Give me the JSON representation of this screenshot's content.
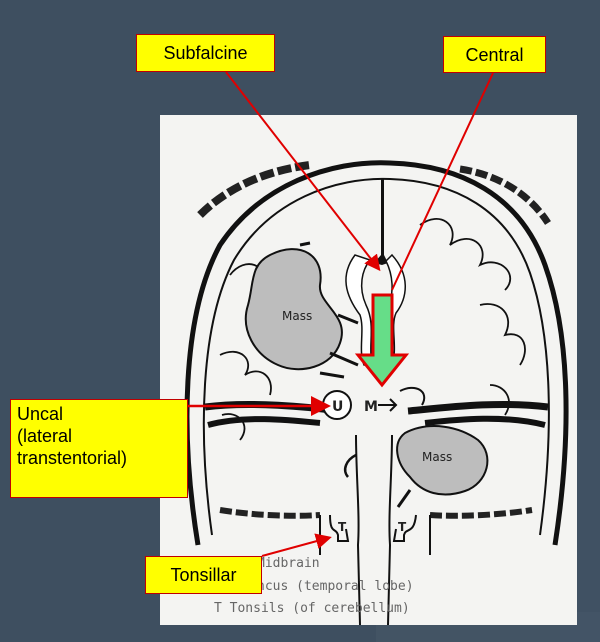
{
  "labels": {
    "subfalcine": "Subfalcine",
    "central": "Central",
    "uncal_line1": "Uncal",
    "uncal_line2": "(lateral",
    "uncal_line3": "transtentorial)",
    "tonsillar": "Tonsillar"
  },
  "figure": {
    "mass_upper": "Mass",
    "mass_lower": "Mass",
    "marker_u": "U",
    "marker_m": "M",
    "marker_t_left": "T",
    "marker_t_right": "T",
    "legend": {
      "midbrain": "Midbrain",
      "uncus": "ncus (temporal lobe)",
      "tonsils": "T  Tonsils (of cerebellum)"
    }
  },
  "colors": {
    "background": "#3e4f60",
    "callout_fill": "#ffff00",
    "callout_border": "#c00000",
    "pointer": "#e00000",
    "central_arrow": "#66dd88"
  }
}
